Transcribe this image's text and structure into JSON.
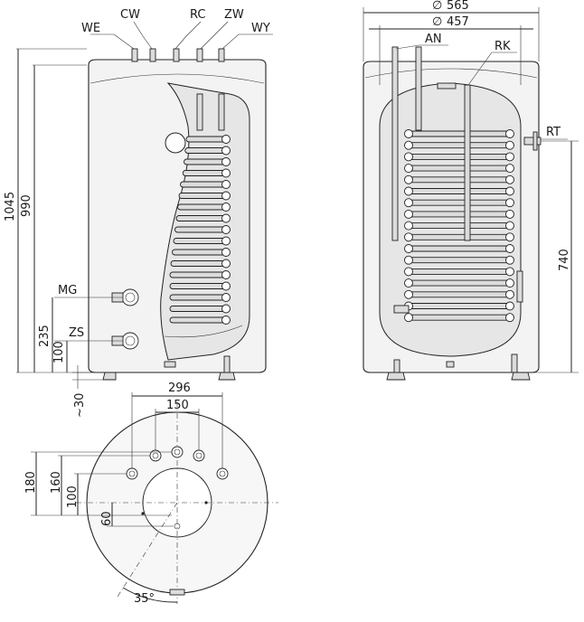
{
  "front_view": {
    "connections": [
      "WE",
      "CW",
      "RC",
      "ZW",
      "WY"
    ],
    "mg_label": "MG",
    "zs_label": "ZS",
    "dim_1045": "1045",
    "dim_990": "990",
    "dim_235": "235",
    "dim_100": "100"
  },
  "side_view": {
    "dia_outer": "565",
    "dia_inner": "457",
    "dia_symbol": "∅",
    "an_label": "AN",
    "rk_label": "RK",
    "rt_label": "RT",
    "dim_740": "740"
  },
  "top_view": {
    "dim_296": "296",
    "dim_150": "150",
    "dim_180": "180",
    "dim_160": "160",
    "dim_100": "100",
    "dim_60": "60",
    "dim_30": "~30",
    "angle": "35°"
  },
  "colors": {
    "line": "#222222",
    "body_fill": "#f3f3f3",
    "inner_fill": "#e6e6e6",
    "background": "#ffffff"
  }
}
